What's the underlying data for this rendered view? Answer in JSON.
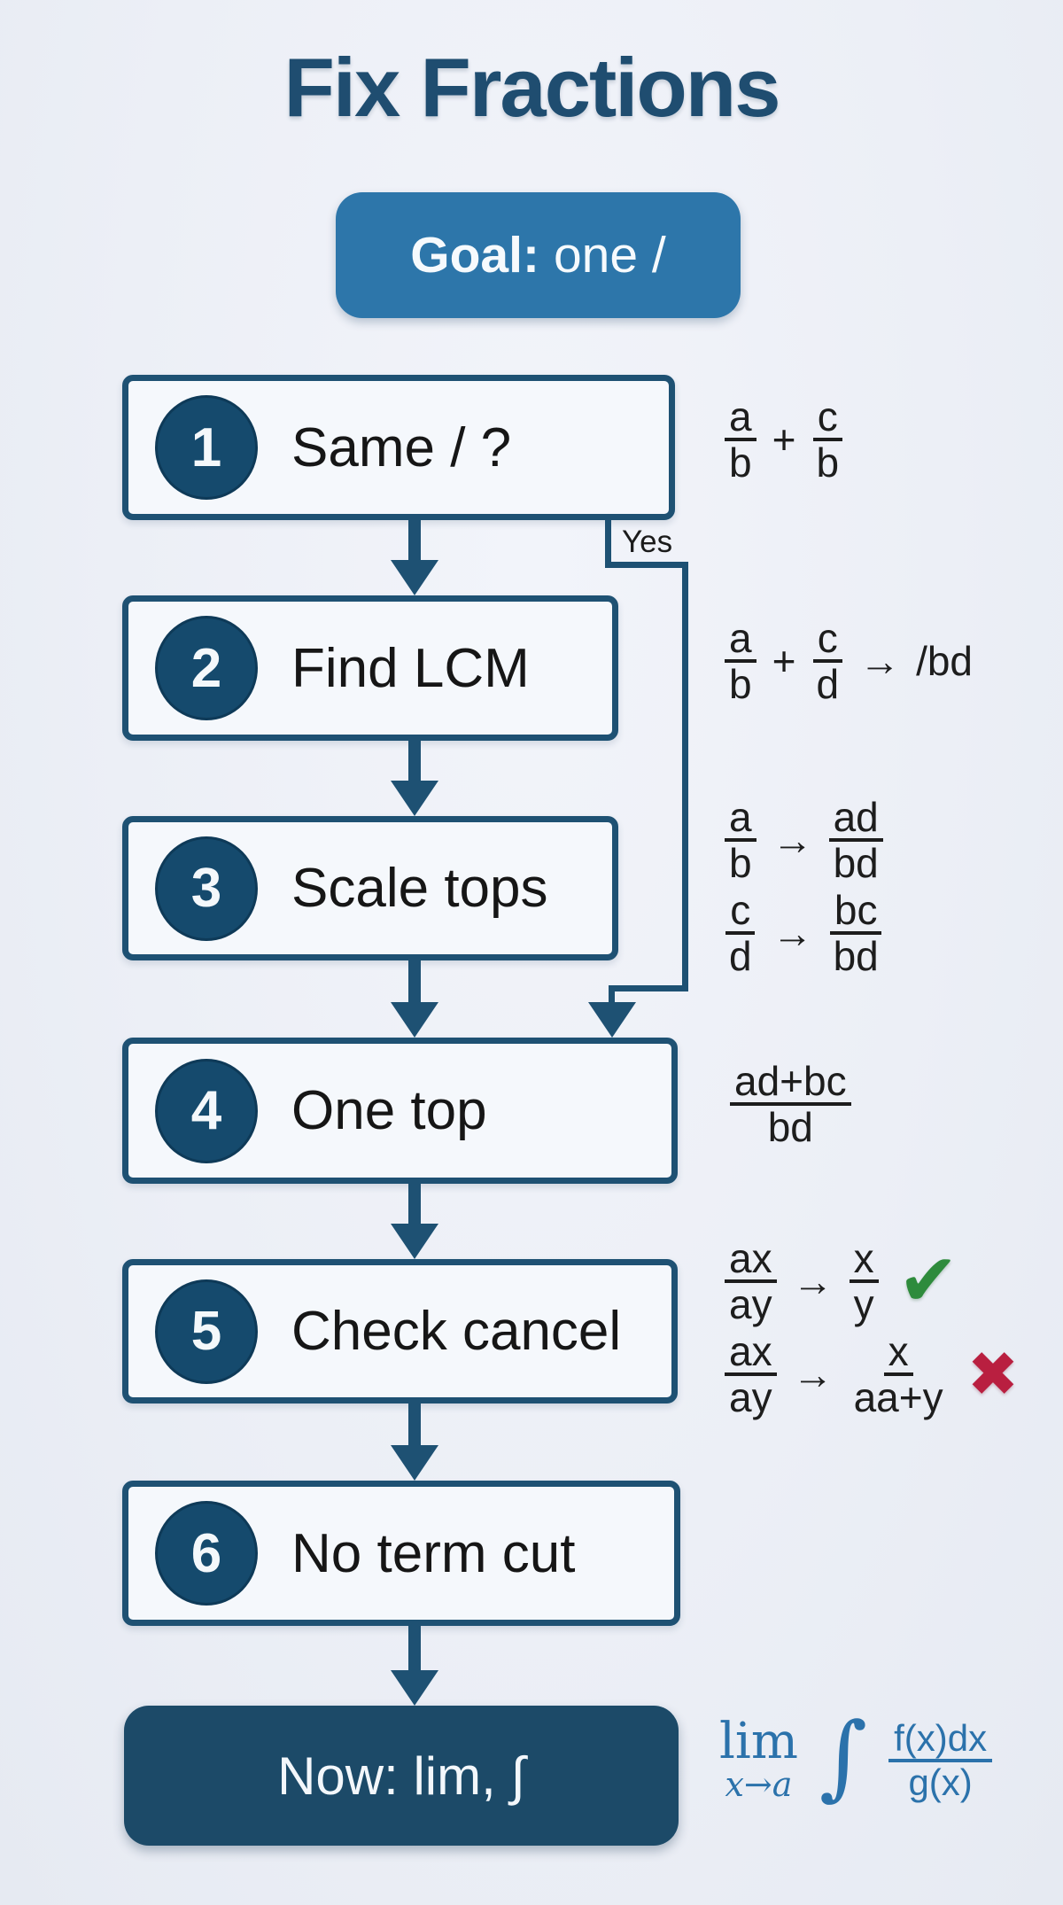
{
  "title": "Fix Fractions",
  "goal": {
    "label": "Goal:",
    "text": "one /"
  },
  "yes_label": "Yes",
  "steps": [
    {
      "num": "1",
      "label": "Same / ?"
    },
    {
      "num": "2",
      "label": "Find LCM"
    },
    {
      "num": "3",
      "label": "Scale tops"
    },
    {
      "num": "4",
      "label": "One top"
    },
    {
      "num": "5",
      "label": "Check cancel"
    },
    {
      "num": "6",
      "label": "No term cut"
    }
  ],
  "final_label": "Now: lim, ∫",
  "annotations": {
    "row1": {
      "f1": {
        "num": "a",
        "den": "b"
      },
      "op": "+",
      "f2": {
        "num": "c",
        "den": "b"
      }
    },
    "row2": {
      "f1": {
        "num": "a",
        "den": "b"
      },
      "op": "+",
      "f2": {
        "num": "c",
        "den": "d"
      },
      "arrow": "→",
      "result": "/bd"
    },
    "row3": [
      {
        "f1": {
          "num": "a",
          "den": "b"
        },
        "arrow": "→",
        "f2": {
          "num": "ad",
          "den": "bd"
        }
      },
      {
        "f1": {
          "num": "c",
          "den": "d"
        },
        "arrow": "→",
        "f2": {
          "num": "bc",
          "den": "bd"
        }
      }
    ],
    "row4": {
      "num": "ad+bc",
      "den": "bd"
    },
    "row5": [
      {
        "f1": {
          "num": "ax",
          "den": "ay"
        },
        "arrow": "→",
        "f2": {
          "num": "x",
          "den": "y"
        },
        "mark": "✔"
      },
      {
        "f1": {
          "num": "ax",
          "den": "ay"
        },
        "arrow": "→",
        "f2": {
          "num": "x",
          "den": "aa+y"
        },
        "mark": "✖"
      }
    ],
    "final_math": {
      "lim": "lim",
      "limsub": "x→a",
      "integral": "∫",
      "num": "f(x)dx",
      "den": "g(x)"
    }
  },
  "colors": {
    "background": "#edf0f7",
    "navy_line": "#1e5173",
    "circle_navy": "#154a6d",
    "title_navy": "#1f4d70",
    "goal_blue": "#2d76aa",
    "final_navy": "#1c4a68",
    "math_blue": "#2b72ab",
    "check_green": "#2e8b3c",
    "cross_red": "#b91f40"
  }
}
